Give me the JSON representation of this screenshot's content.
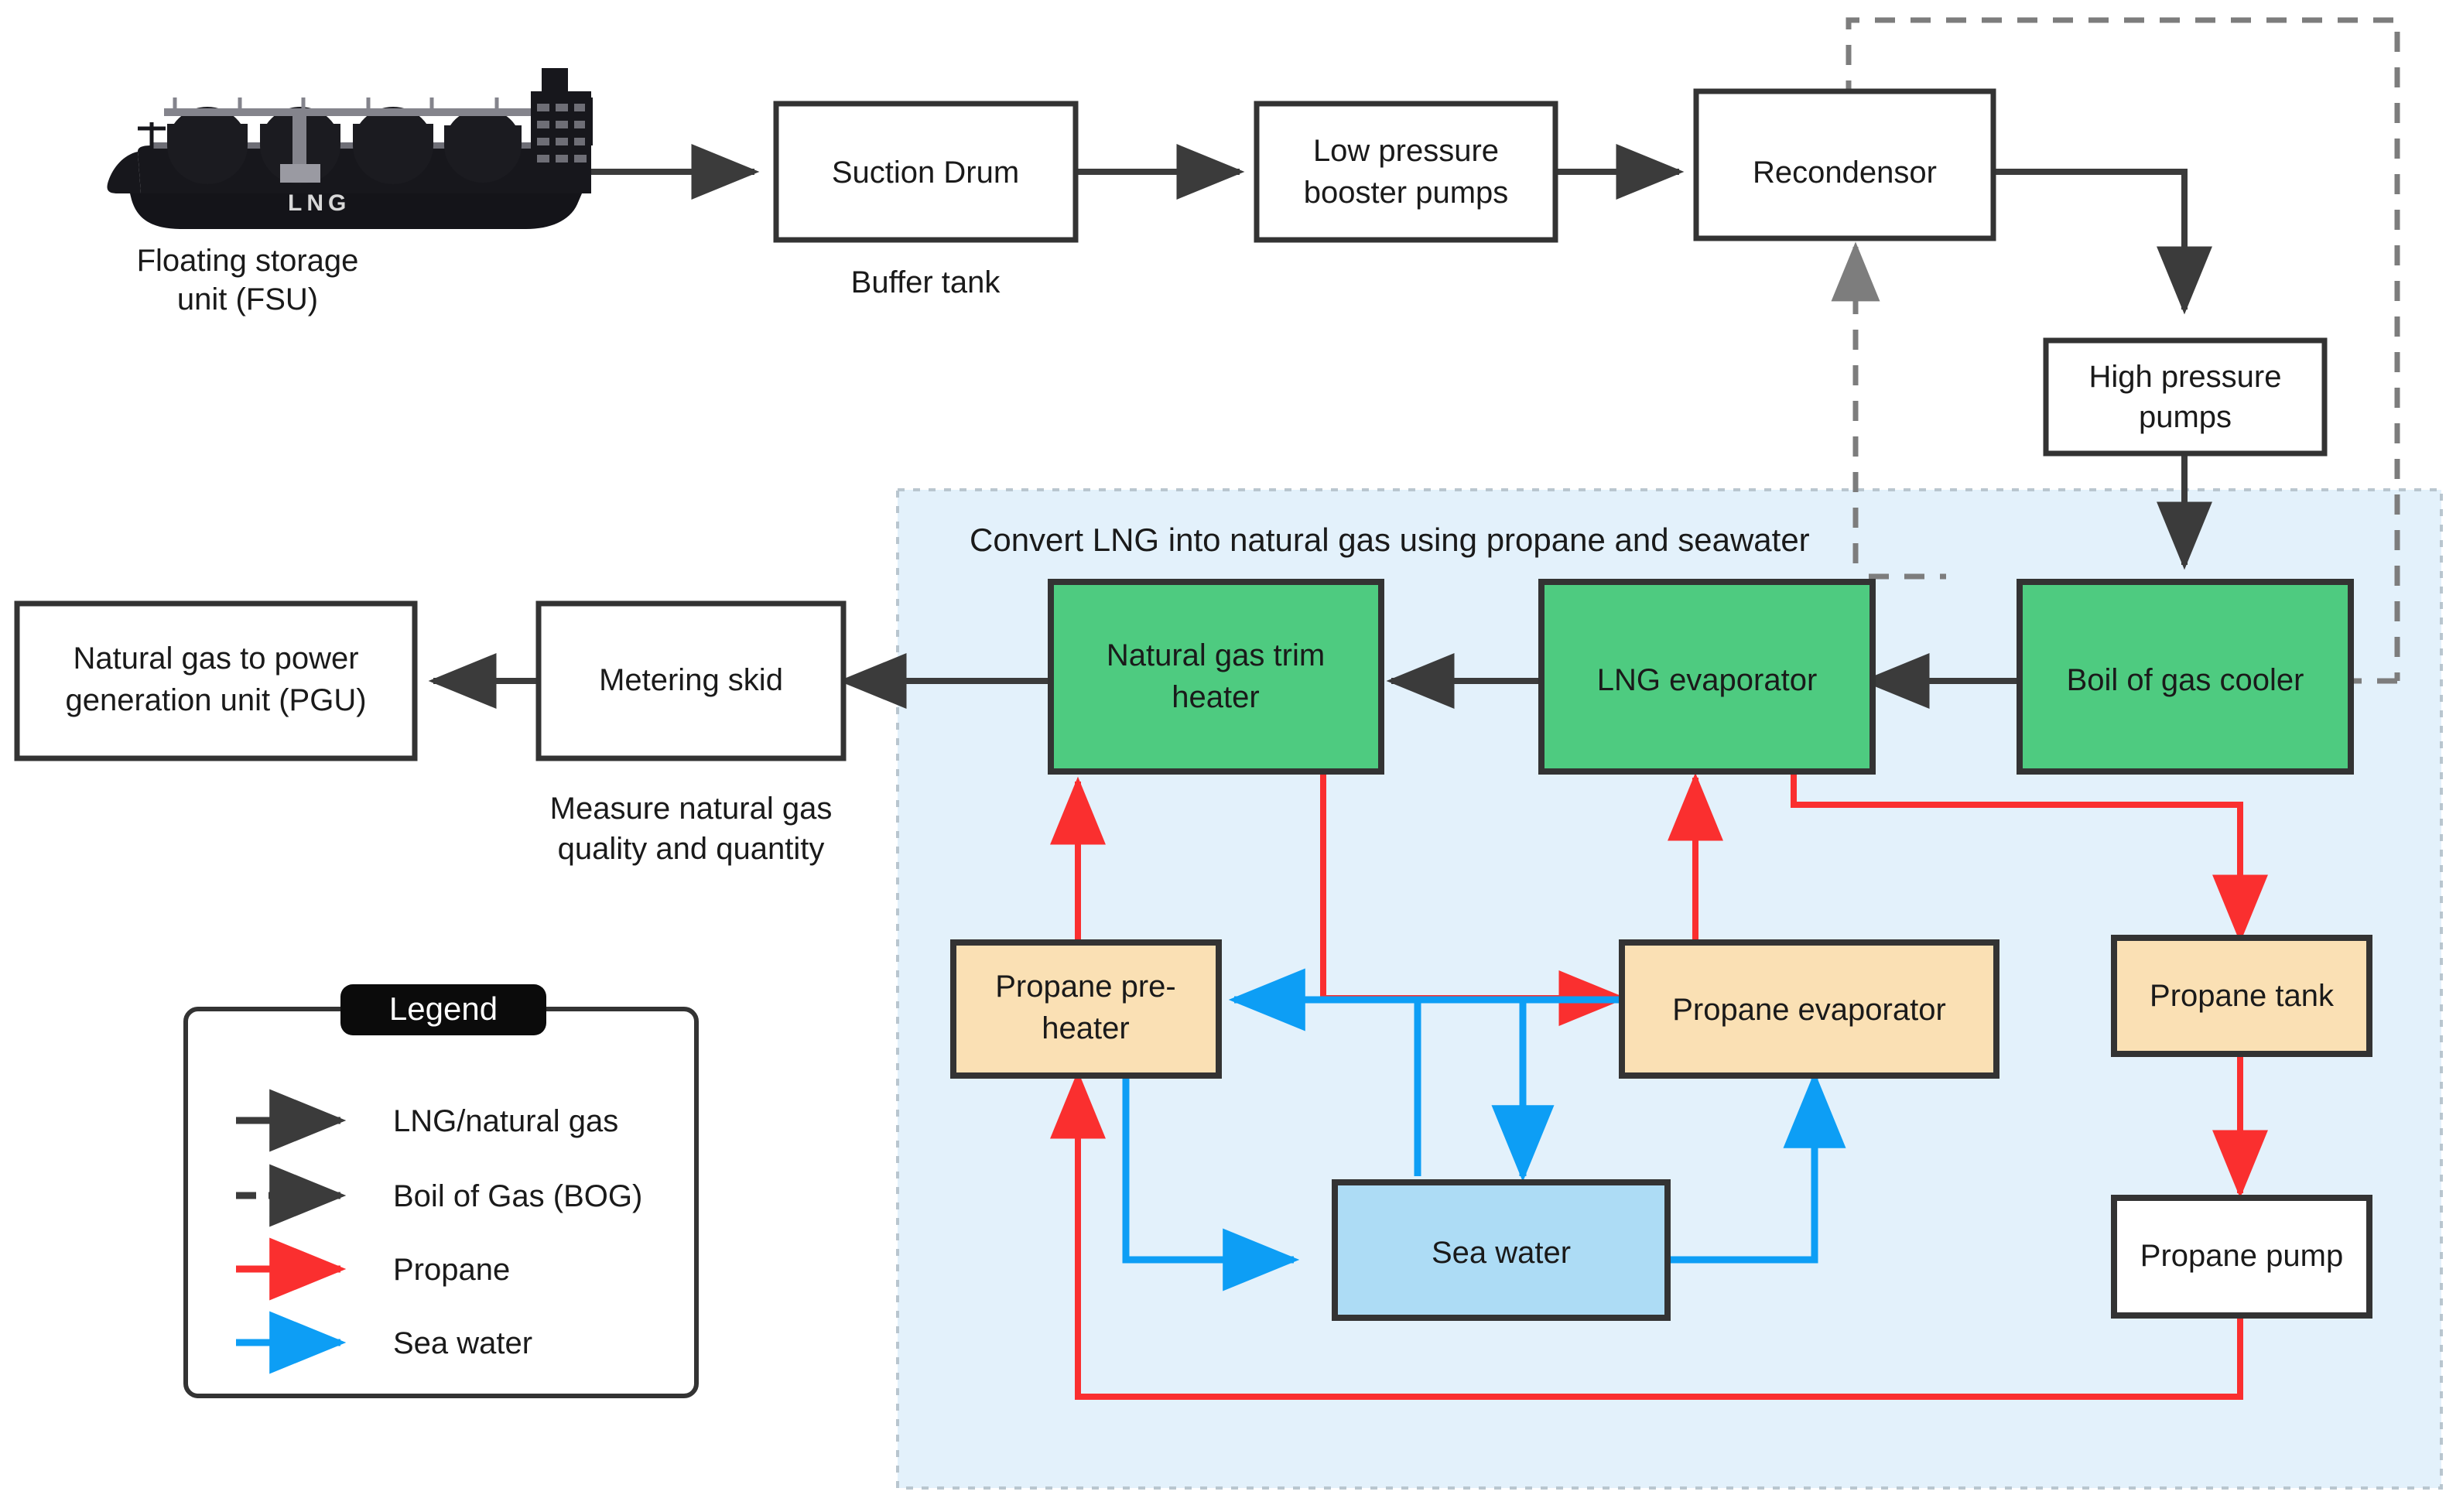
{
  "diagram": {
    "title_region": "Convert LNG into natural gas using propane and seawater",
    "ship": {
      "hull_label": "LNG",
      "caption_line1": "Floating storage",
      "caption_line2": "unit (FSU)"
    },
    "captions": {
      "buffer_tank": "Buffer tank",
      "metering_line1": "Measure natural gas",
      "metering_line2": "quality and quantity"
    },
    "nodes": {
      "suction_drum": "Suction Drum",
      "lp_booster_pumps_l1": "Low pressure",
      "lp_booster_pumps_l2": "booster pumps",
      "recondensor": "Recondensor",
      "hp_pumps_l1": "High pressure",
      "hp_pumps_l2": "pumps",
      "bog_cooler": "Boil of gas cooler",
      "lng_evaporator": "LNG evaporator",
      "ng_trim_heater_l1": "Natural gas trim",
      "ng_trim_heater_l2": "heater",
      "metering_skid": "Metering skid",
      "pgu_l1": "Natural gas to power",
      "pgu_l2": "generation unit (PGU)",
      "propane_preheater_l1": "Propane pre-",
      "propane_preheater_l2": "heater",
      "propane_evaporator": "Propane evaporator",
      "propane_tank": "Propane tank",
      "propane_pump": "Propane pump",
      "sea_water": "Sea water"
    },
    "legend": {
      "title": "Legend",
      "items": [
        {
          "label": "LNG/natural gas",
          "style": "solid",
          "color": "#3b3b3b"
        },
        {
          "label": "Boil of Gas (BOG)",
          "style": "dashed",
          "color": "#3b3b3b"
        },
        {
          "label": "Propane",
          "style": "solid",
          "color": "#fa2f2f"
        },
        {
          "label": "Sea water",
          "style": "solid",
          "color": "#0d9ef5"
        }
      ]
    },
    "colors": {
      "green": "#4ecb80",
      "orange": "#fae0b4",
      "seawater_blue": "#addcf5",
      "region_bg": "#e3f1fb",
      "propane_red": "#fa2f2f",
      "water_blue": "#0d9ef5",
      "gas_black": "#3b3b3b",
      "bog_gray": "#7d7d7d",
      "box_white": "#ffffff",
      "stroke": "#333333"
    }
  }
}
